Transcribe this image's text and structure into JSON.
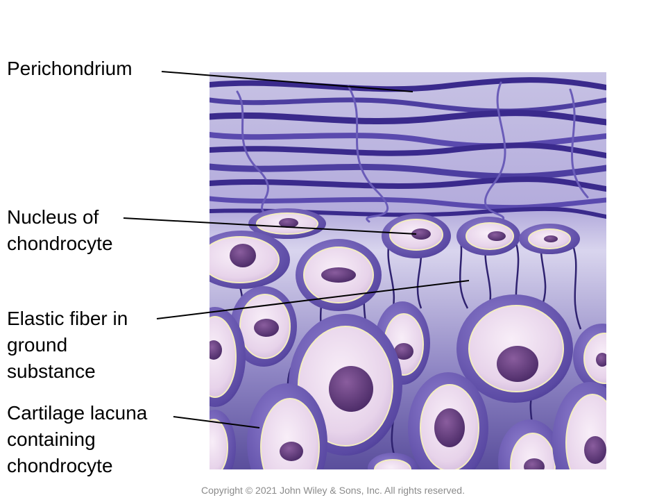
{
  "labels": {
    "perichondrium": [
      "Perichondrium"
    ],
    "nucleus": [
      "Nucleus of",
      "chondrocyte"
    ],
    "elastic_fiber": [
      "Elastic fiber in",
      "ground",
      "substance"
    ],
    "lacuna": [
      "Cartilage lacuna",
      "containing",
      "chondrocyte"
    ]
  },
  "copyright": "Copyright © 2021 John Wiley & Sons, Inc. All rights reserved.",
  "colors": {
    "perichondrium_band": "#5b4aa6",
    "fiber_dark": "#2d1f78",
    "matrix_light": "#c9c3e6",
    "lacuna_cell": "#ecd9ef",
    "lacuna_rim": "#f3edbf",
    "nucleus": "#5a3a78"
  }
}
